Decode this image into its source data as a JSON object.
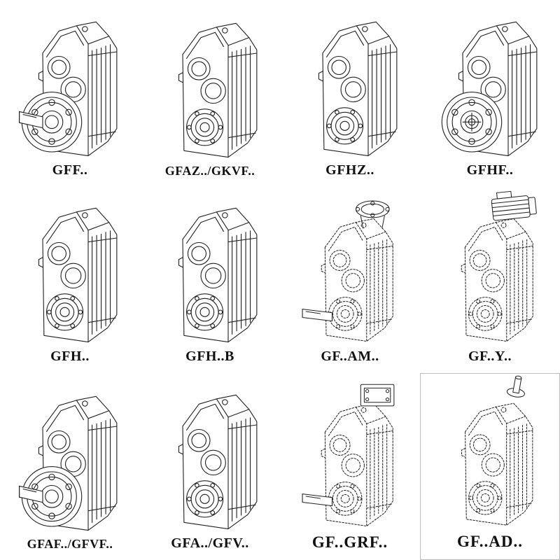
{
  "page": {
    "background": "#ffffff",
    "description_visible": false
  },
  "colors": {
    "line": "#222222",
    "text": "#111111"
  },
  "catalog": {
    "items": [
      {
        "id": "gff",
        "label": "GFF..",
        "drawing": "flange-output-gearbox-with-shaft-icon",
        "line_style": "solid"
      },
      {
        "id": "gfaz-gkvf",
        "label": "GFAZ../GKVF..",
        "drawing": "hollow-shaft-gearbox-icon",
        "line_style": "solid"
      },
      {
        "id": "gfhz",
        "label": "GFHZ..",
        "drawing": "hollow-shaft-gearbox-icon",
        "line_style": "solid"
      },
      {
        "id": "gfhf",
        "label": "GFHF..",
        "drawing": "flange-gearbox-hollow-bore-icon",
        "line_style": "solid"
      },
      {
        "id": "gfh",
        "label": "GFH..",
        "drawing": "hollow-shaft-gearbox-icon",
        "line_style": "solid"
      },
      {
        "id": "gfh-b",
        "label": "GFH..B",
        "drawing": "hollow-shaft-gearbox-icon",
        "line_style": "solid"
      },
      {
        "id": "gf-am",
        "label": "GF..AM..",
        "drawing": "gearbox-with-adapter-flange-icon",
        "line_style": "dashed"
      },
      {
        "id": "gf-y",
        "label": "GF..Y..",
        "drawing": "gearbox-with-motor-icon",
        "line_style": "dashed"
      },
      {
        "id": "gfaf-gfvf",
        "label": "GFAF../GFVF..",
        "drawing": "flange-output-gearbox-with-shaft-icon",
        "line_style": "solid"
      },
      {
        "id": "gfa-gfv",
        "label": "GFA../GFV..",
        "drawing": "hollow-shaft-gearbox-icon",
        "line_style": "solid"
      },
      {
        "id": "gf-grf",
        "label": "GF..GRF..",
        "drawing": "gearbox-with-mounting-plate-icon",
        "line_style": "dashed"
      },
      {
        "id": "gf-ad",
        "label": "GF..AD..",
        "drawing": "gearbox-with-input-adapter-icon",
        "line_style": "dashed"
      }
    ]
  }
}
